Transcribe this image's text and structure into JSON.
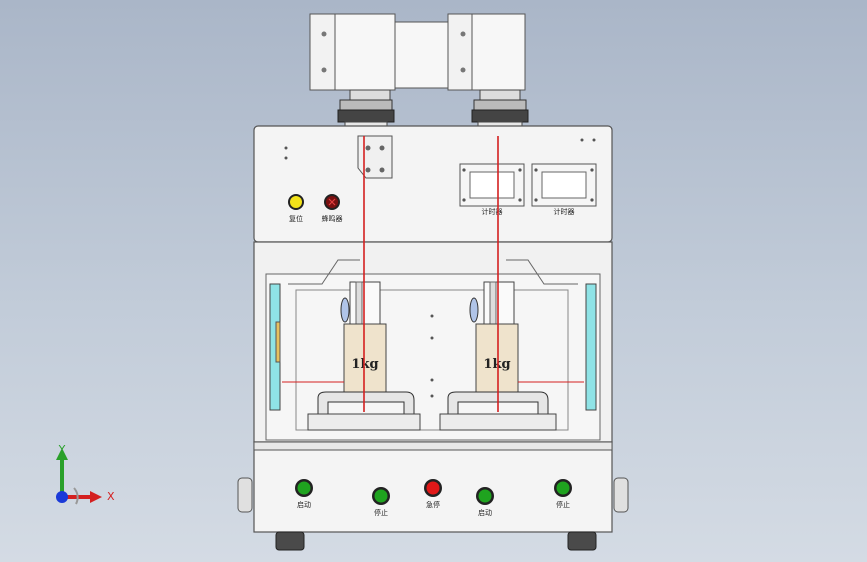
{
  "panel_labels": {
    "reset": "复位",
    "buzzer": "蜂鸣器",
    "timer_1": "计时器",
    "timer_2": "计时器"
  },
  "weights": {
    "left": "1kg",
    "right": "1kg"
  },
  "bottom_buttons": [
    {
      "label": "启动",
      "color": "#1fa31f"
    },
    {
      "label": "停止",
      "color": "#1fa31f"
    },
    {
      "label": "急停",
      "color": "#e01818"
    },
    {
      "label": "启动",
      "color": "#1fa31f"
    },
    {
      "label": "停止",
      "color": "#1fa31f"
    }
  ],
  "indicator_colors": {
    "reset_lamp": "#f2e21a",
    "buzzer": "#7a1010"
  },
  "triad": {
    "x_label": "X",
    "y_label": "Y"
  },
  "colors": {
    "panel": "#f4f4f4",
    "outline": "#555555",
    "laser": "#d42020",
    "weight": "#efe3cc",
    "window": "#8fe3e6"
  }
}
